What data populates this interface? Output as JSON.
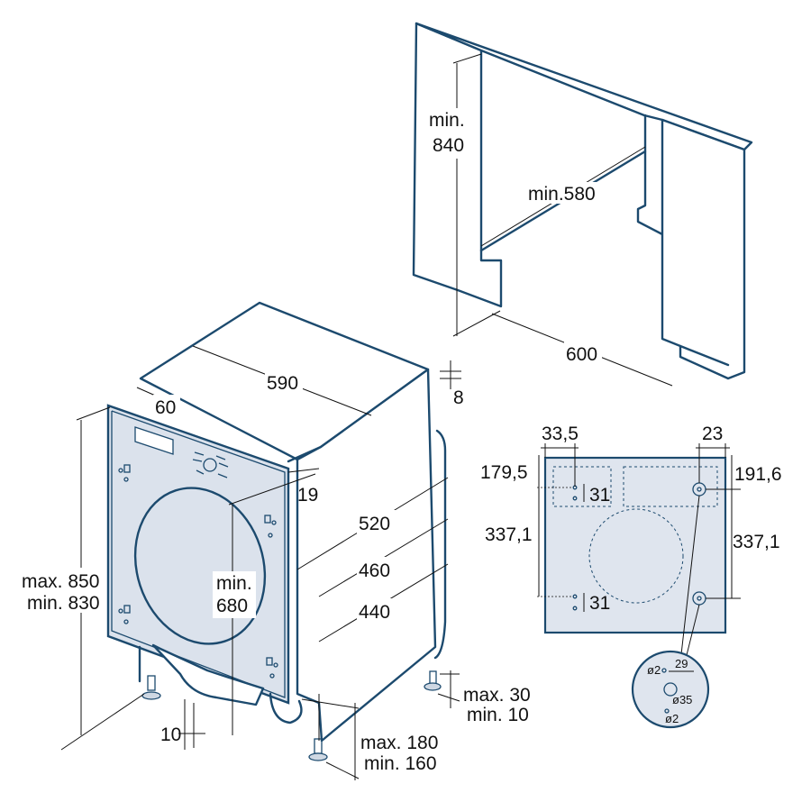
{
  "niche": {
    "height_label_1": "min.",
    "height_label_2": "840",
    "depth_label": "min.580",
    "width_label": "600"
  },
  "machine": {
    "width_label": "590",
    "top_offset_label": "60",
    "top_gap_label": "8",
    "door_offset_label": "19",
    "depth_520": "520",
    "depth_460": "460",
    "depth_440": "440",
    "height_max_label": "max. 850",
    "height_min_label": "min. 830",
    "door_height_label_1": "min.",
    "door_height_label_2": "680",
    "plinth_gap_label": "10",
    "foot_max_label": "max. 30",
    "foot_min_label": "min. 10",
    "plinth_max_label": "max. 180",
    "plinth_min_label": "min. 160"
  },
  "hinge_plate": {
    "left_offset_label": "33,5",
    "right_offset_label": "23",
    "left_top_label": "179,5",
    "right_top_label": "191,6",
    "left_spacing_label": "337,1",
    "right_spacing_label": "337,1",
    "hole_gap_top_label": "31",
    "hole_gap_bottom_label": "31"
  },
  "detail": {
    "small_hole_top_label": "ø2",
    "hole_spacing_label": "29",
    "big_hole_label": "ø35",
    "small_hole_bottom_label": "ø2"
  }
}
